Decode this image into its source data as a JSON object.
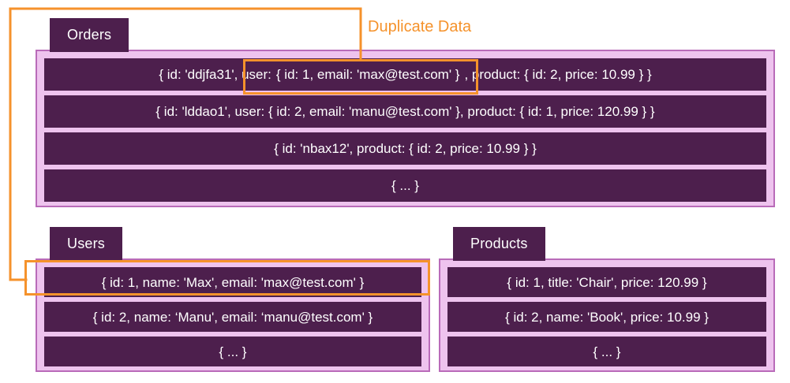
{
  "annotation": {
    "label": "Duplicate Data",
    "color": "#f5922b",
    "highlight_targets": [
      "orders-row-1-user-fragment",
      "users-row-1"
    ]
  },
  "theme": {
    "card_background": "#eec3ee",
    "card_border": "#b96bb9",
    "row_background": "#4d1f4d",
    "row_text": "#ffffff",
    "accent": "#f5922b",
    "page_background": "#ffffff"
  },
  "collections": [
    {
      "name": "orders",
      "title": "Orders",
      "rows": [
        {
          "id": "orders-row-1",
          "segments": [
            {
              "text": "{ id: 'ddjfa31', user: ",
              "highlighted": false
            },
            {
              "text": "{ id: 1, email: 'max@test.com' }",
              "highlighted": true
            },
            {
              "text": ", product: { id: 2, price: 10.99 } }",
              "highlighted": false
            }
          ],
          "full_text": "{ id: 'ddjfa31', user: { id: 1, email: 'max@test.com' }, product: { id: 2, price: 10.99 } }"
        },
        {
          "id": "orders-row-2",
          "full_text": "{ id: 'lddao1', user: { id: 2, email: 'manu@test.com' }, product: { id: 1, price: 120.99 } }"
        },
        {
          "id": "orders-row-3",
          "full_text": "{ id: 'nbax12', product: { id: 2, price: 10.99 } }"
        },
        {
          "id": "orders-row-4",
          "full_text": "{ ... }"
        }
      ]
    },
    {
      "name": "users",
      "title": "Users",
      "rows": [
        {
          "id": "users-row-1",
          "full_text": "{ id: 1, name: 'Max', email: 'max@test.com' }"
        },
        {
          "id": "users-row-2",
          "full_text": "{ id: 2, name: ‘Manu', email: ‘manu@test.com' }"
        },
        {
          "id": "users-row-3",
          "full_text": "{ ... }"
        }
      ]
    },
    {
      "name": "products",
      "title": "Products",
      "rows": [
        {
          "id": "products-row-1",
          "full_text": "{ id: 1, title: 'Chair', price: 120.99 }"
        },
        {
          "id": "products-row-2",
          "full_text": "{ id: 2, name: 'Book', price: 10.99 }"
        },
        {
          "id": "products-row-3",
          "full_text": "{ ... }"
        }
      ]
    }
  ]
}
